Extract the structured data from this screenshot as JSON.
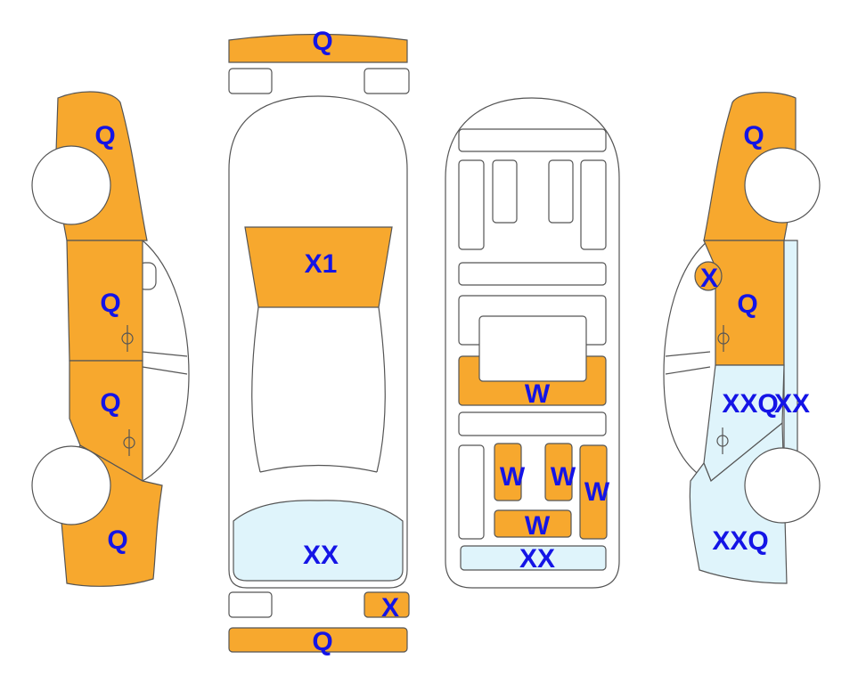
{
  "colors": {
    "damaged": "#f7a82e",
    "secondary": "#dff4fb",
    "label": "#1414e6",
    "outline": "#555555"
  },
  "left_side": {
    "front_fender": "Q",
    "front_door": "Q",
    "rear_door": "Q",
    "rear_quarter": "Q"
  },
  "top_view": {
    "front_bumper": "Q",
    "windshield": "X1",
    "rear_window": "XX",
    "rear_light_right": "X",
    "rear_bumper": "Q"
  },
  "interior": {
    "dashboard": "W",
    "front_seat_left": "W",
    "front_seat_right": "W",
    "side_panel_right": "W",
    "rear_seat": "W",
    "trunk_floor": "XX"
  },
  "right_side": {
    "front_fender": "Q",
    "mirror": "X",
    "front_door": "Q",
    "rear_door_a": "XXQ",
    "rear_door_b": "XX",
    "rear_quarter": "XXQ"
  }
}
